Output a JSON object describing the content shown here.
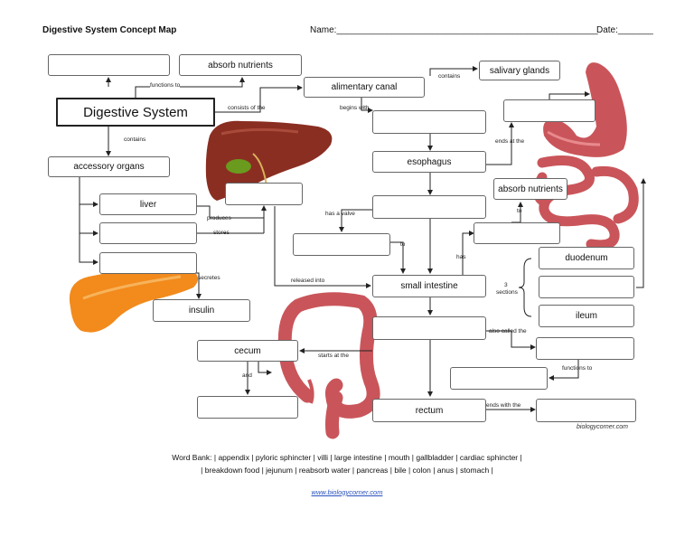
{
  "header": {
    "title": "Digestive System Concept Map",
    "name_label": "Name:",
    "name_line": "____________________________________________________",
    "date_label": "Date:",
    "date_line": "_______"
  },
  "boxes": {
    "absorb_nutrients_top": "absorb nutrients",
    "digestive_system": "Digestive System",
    "alimentary_canal": "alimentary canal",
    "salivary_glands": "salivary glands",
    "accessory_organs": "accessory organs",
    "esophagus": "esophagus",
    "absorb_nutrients_right": "absorb nutrients",
    "liver": "liver",
    "small_intestine": "small intestine",
    "duodenum": "duodenum",
    "ileum": "ileum",
    "insulin": "insulin",
    "cecum": "cecum",
    "rectum": "rectum"
  },
  "links": {
    "functions_to_top": "functions to",
    "contains_left": "contains",
    "consists_of_the": "consists of the",
    "contains_top": "contains",
    "begins_with": "begins with",
    "ends_at_the": "ends at the",
    "has_a_valve": "has a valve",
    "to_mid": "to",
    "to_right": "to",
    "has": "has",
    "sections_num": "3",
    "sections": "sections",
    "produces": "produces",
    "stores": "stores",
    "secretes": "secretes",
    "released_into": "released into",
    "also_called_the": "also called the",
    "starts_at_the": "starts at the",
    "and": "and",
    "functions_to_bottom": "functions to",
    "ends_with_the": "ends with the"
  },
  "credit": "biologycorner.com",
  "word_bank": {
    "line1": "Word Bank: |  appendix |  pyloric sphincter  |  villi  | large intestine  |  mouth  |  gallbladder   |  cardiac sphincter  |",
    "line2": "|  breakdown food   | jejunum  | reabsorb water  | pancreas | bile  | colon   | anus  | stomach  |"
  },
  "footer_link": "www.biologycorner.com",
  "icons": [
    "liver-icon",
    "stomach-icon",
    "pancreas-icon",
    "large-intestine-icon",
    "small-intestine-icon"
  ],
  "colors": {
    "organ_red": "#c9555a",
    "liver_brown": "#8a2e22",
    "pancreas_orange": "#f28a1c",
    "gallbladder_green": "#6a9a1e"
  }
}
